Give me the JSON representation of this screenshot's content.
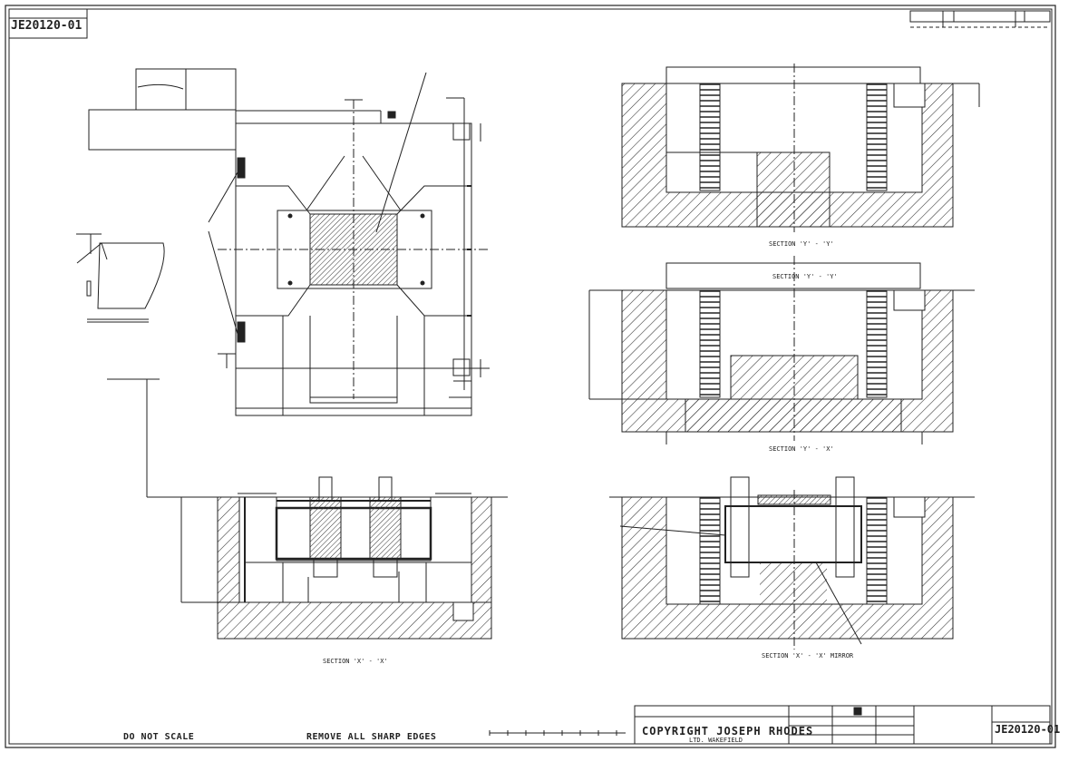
{
  "title_block": {
    "drawing_number_top": "JE20120-01",
    "drawing_number_bottom": "JE20120-01",
    "copyright": "COPYRIGHT JOSEPH RHODES",
    "copyright_sub": "LTD. WAKEFIELD"
  },
  "notes": {
    "do_not_scale": "DO NOT SCALE",
    "remove_sharp_edges": "REMOVE ALL SHARP EDGES"
  },
  "sections": {
    "s1": "SECTION 'Y' - 'Y'",
    "s2": "SECTION 'Y' - 'Y'",
    "s3": "SECTION 'Y' - 'X'",
    "s4": "SECTION 'X' - 'X'",
    "s5": "SECTION 'X' - 'X' MIRROR"
  },
  "colors": {
    "line": "#222222",
    "hatch": "#333333",
    "paper": "#ffffff"
  }
}
